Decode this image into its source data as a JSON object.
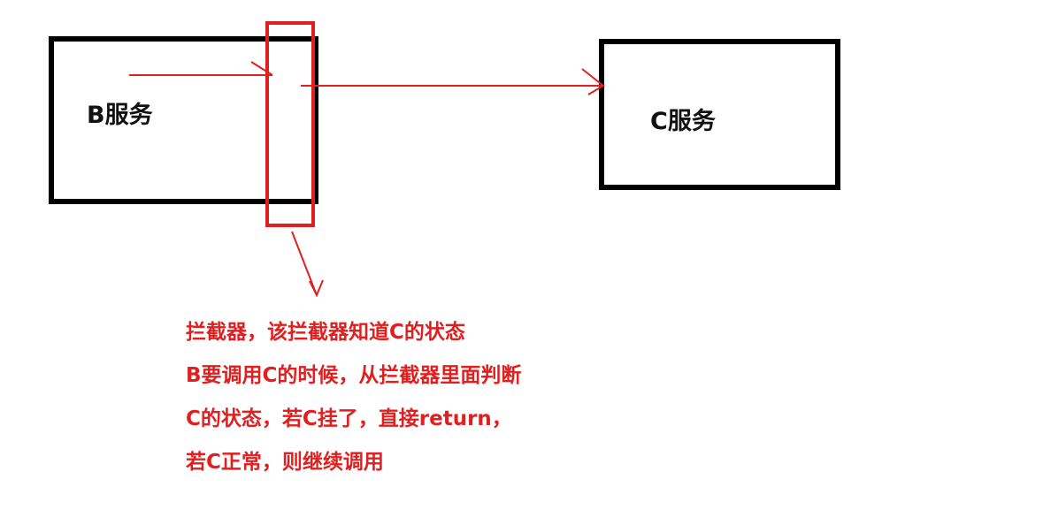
{
  "diagram": {
    "nodes": {
      "b_service": {
        "label": "B服务"
      },
      "c_service": {
        "label": "C服务"
      }
    },
    "interceptor_note": {
      "lines": [
        "拦截器，该拦截器知道C的状态",
        "B要调用C的时候，从拦截器里面判断",
        "C的状态，若C挂了，直接return，",
        "若C正常，则继续调用"
      ]
    },
    "colors": {
      "box_border": "#000000",
      "annotation": "#e02020",
      "background": "#ffffff"
    }
  }
}
